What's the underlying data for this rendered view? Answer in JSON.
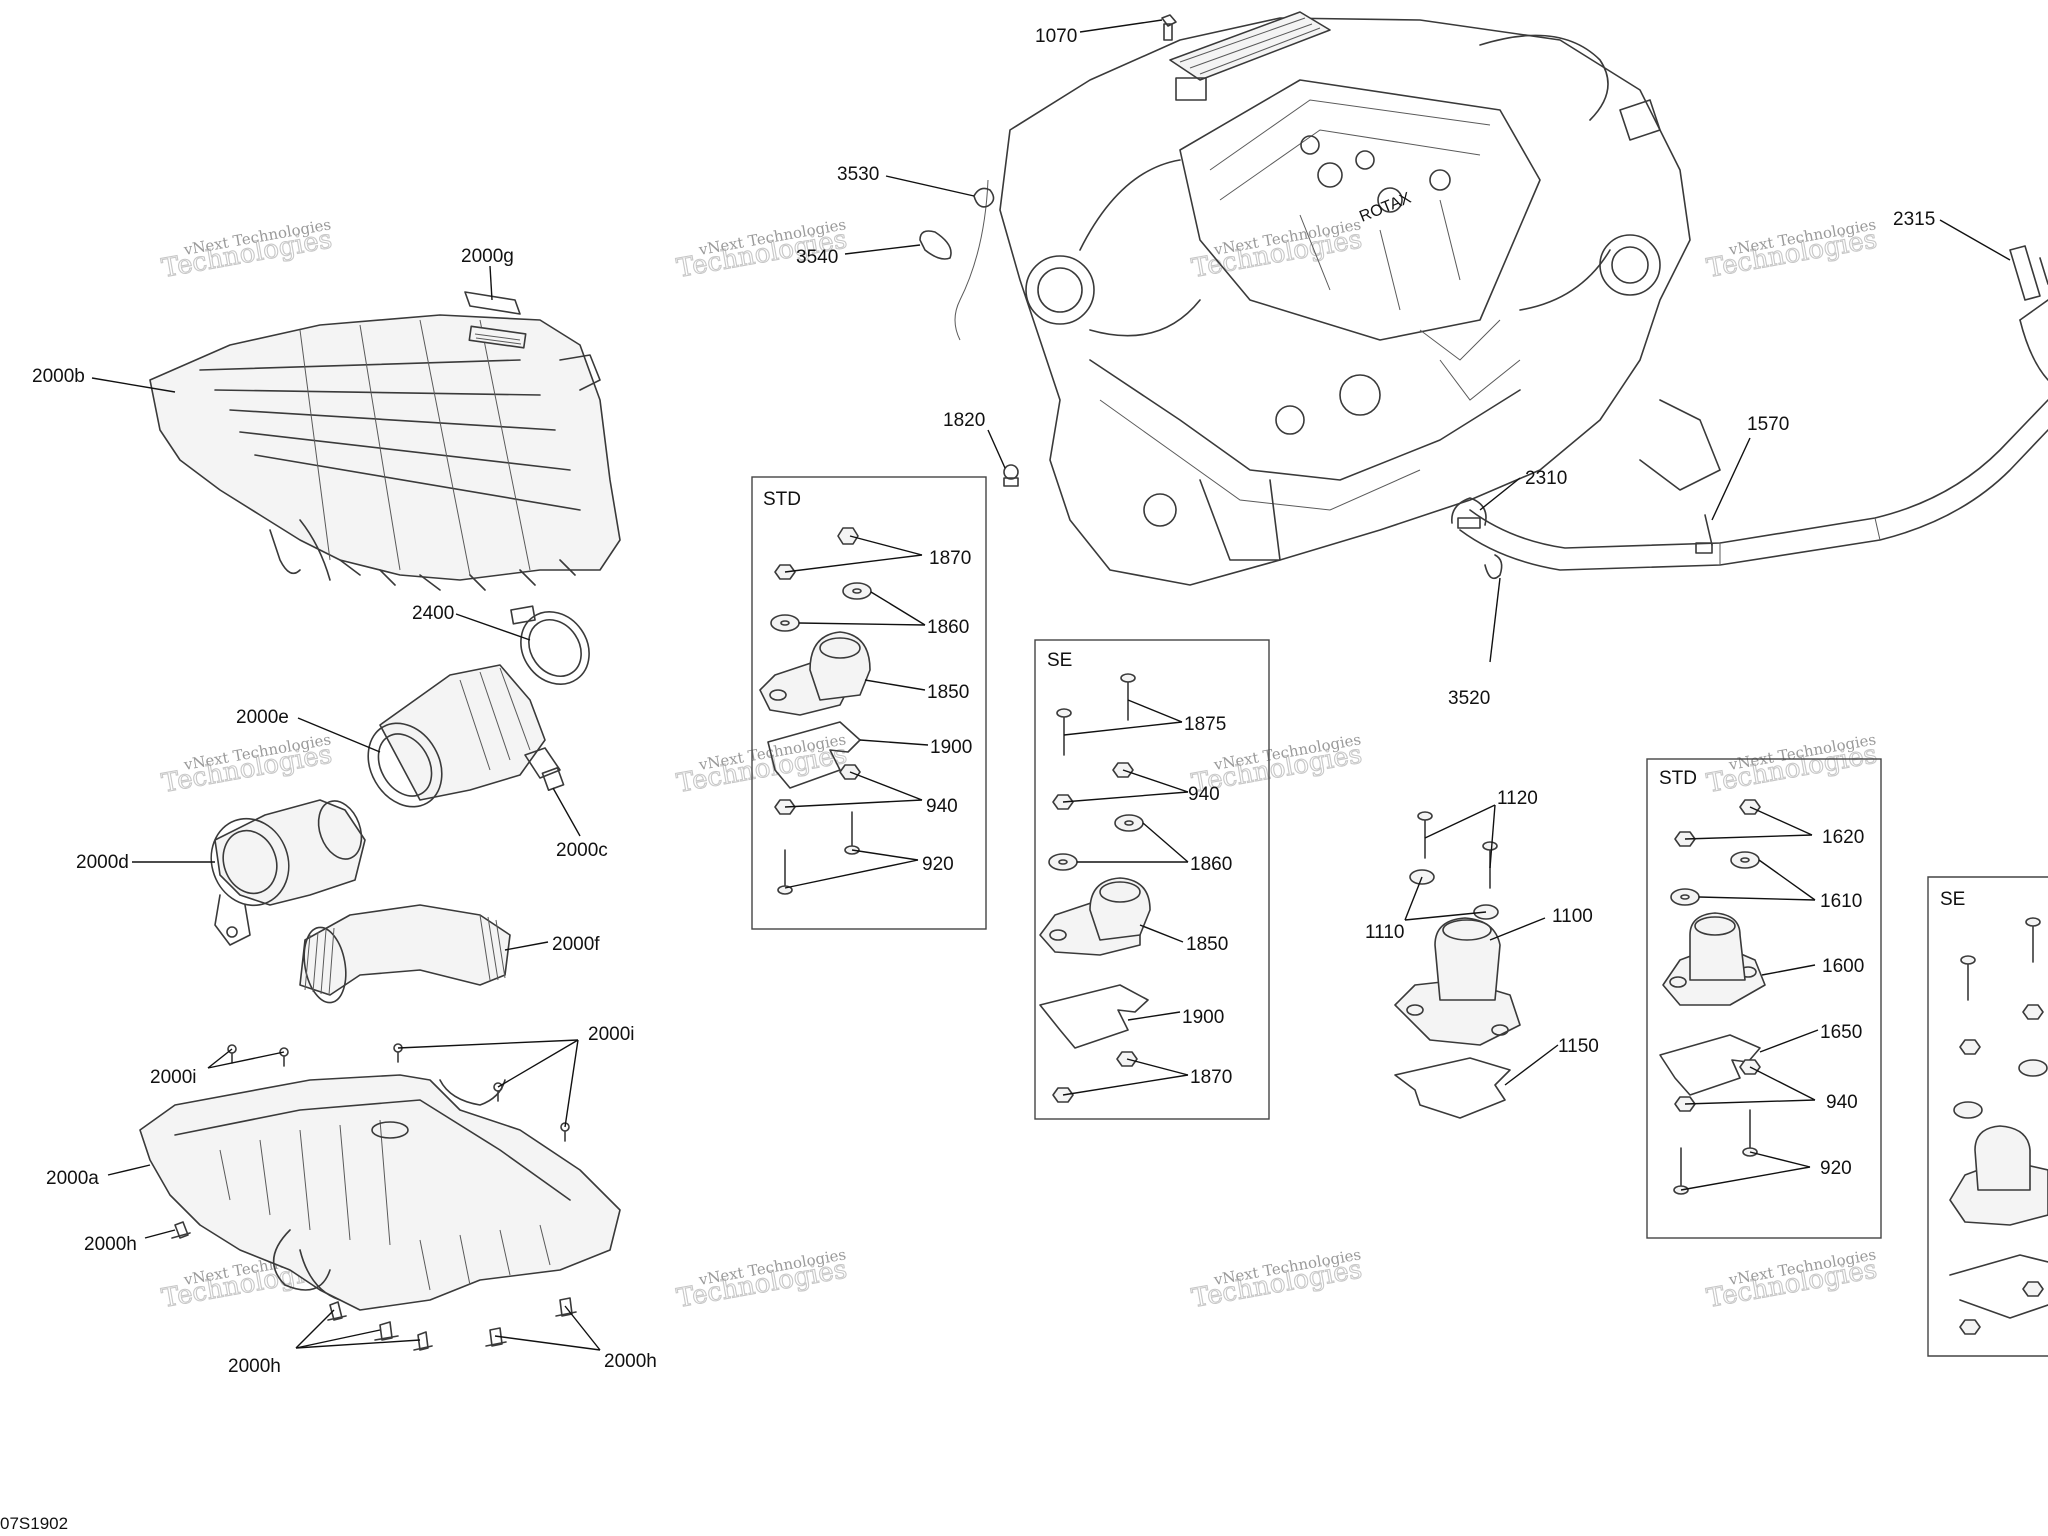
{
  "doc_ref": "07S1902",
  "watermark": {
    "line1": "vNext Technologies",
    "line2": "Technologies",
    "line3": "vNext"
  },
  "group_boxes": {
    "std_left": "STD",
    "se_mid": "SE",
    "std_right": "STD",
    "se_right": "SE"
  },
  "callouts": {
    "c1070": "1070",
    "c3530": "3530",
    "c3540": "3540",
    "c2315": "2315",
    "c2000g": "2000g",
    "c2000b": "2000b",
    "c1820": "1820",
    "c1570": "1570",
    "c2310": "2310",
    "c2400": "2400",
    "c2000e": "2000e",
    "c2000c": "2000c",
    "c2000d": "2000d",
    "c2000f": "2000f",
    "c2000i_a": "2000i",
    "c2000i_b": "2000i",
    "c2000a": "2000a",
    "c2000h_a": "2000h",
    "c2000h_b": "2000h",
    "c2000h_c": "2000h",
    "c3520": "3520",
    "std1870": "1870",
    "std1860": "1860",
    "std1850": "1850",
    "std1900": "1900",
    "std940": "940",
    "std920": "920",
    "se1875": "1875",
    "se940": "940",
    "se1860": "1860",
    "se1850": "1850",
    "se1900": "1900",
    "se1870": "1870",
    "c1120": "1120",
    "c1110": "1110",
    "c1100": "1100",
    "c1150": "1150",
    "r1620": "1620",
    "r1610": "1610",
    "r1600": "1600",
    "r1650": "1650",
    "r940": "940",
    "r920": "920"
  },
  "engine_brand": "ROTAX"
}
